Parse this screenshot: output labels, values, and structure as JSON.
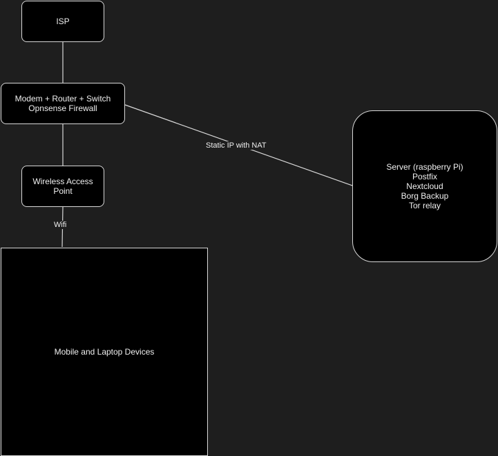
{
  "nodes": {
    "isp": {
      "label": "ISP"
    },
    "router": {
      "line1": "Modem + Router + Switch",
      "line2": "Opnsense Firewall"
    },
    "wap": {
      "line1": "Wireless Access",
      "line2": "Point"
    },
    "devices": {
      "label": "Mobile and Laptop Devices"
    },
    "server": {
      "lines": [
        "Server (raspberry Pi)",
        "Postfix",
        "Nextcloud",
        "Borg Backup",
        "Tor relay"
      ]
    }
  },
  "edges": {
    "router_server": {
      "label": "Static IP with NAT"
    },
    "wap_devices": {
      "label": "Wifi"
    }
  },
  "colors": {
    "background": "#1e1e1e",
    "node_fill": "#000000",
    "stroke": "#d9d9d9",
    "text": "#f0f0f0"
  }
}
